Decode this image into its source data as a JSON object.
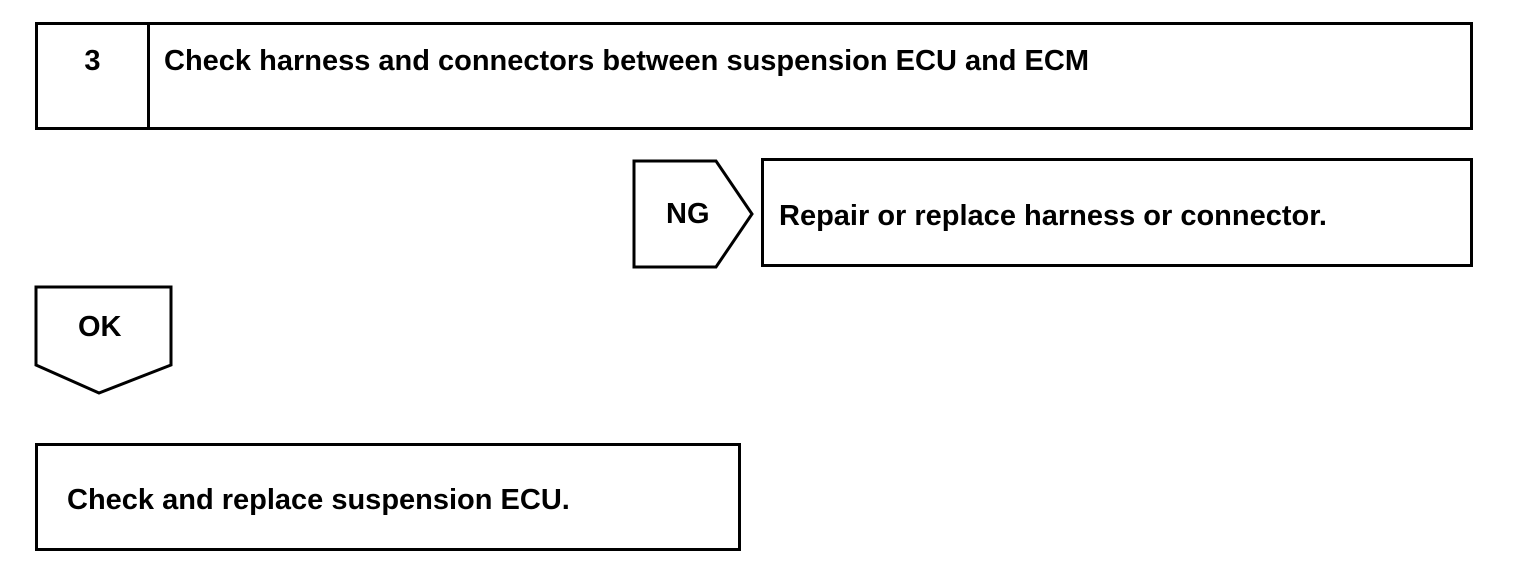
{
  "step": {
    "number": "3",
    "title": "Check harness and connectors between suspension ECU and ECM"
  },
  "ng_branch": {
    "label": "NG",
    "action": "Repair or replace harness or connector."
  },
  "ok_branch": {
    "label": "OK"
  },
  "final_action": {
    "text": "Check and replace suspension ECU."
  },
  "colors": {
    "line": "#000000",
    "background": "#ffffff"
  }
}
